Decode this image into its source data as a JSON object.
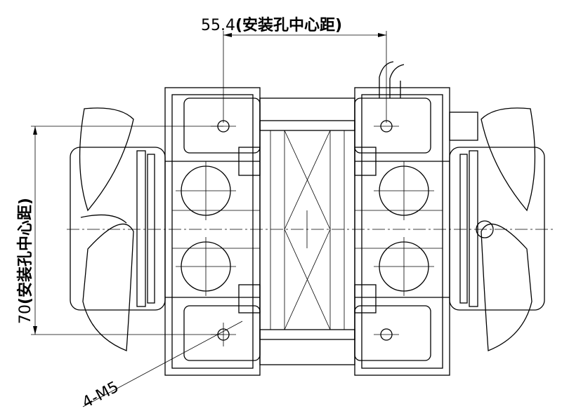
{
  "dimensions": {
    "horizontal_value": "55.4",
    "horizontal_note": "(安装孔中心距)",
    "vertical_value": "70",
    "vertical_note": "(安装孔中心距)",
    "thread_callout": "4-M5"
  },
  "colors": {
    "line": "#000000",
    "background": "#ffffff"
  }
}
